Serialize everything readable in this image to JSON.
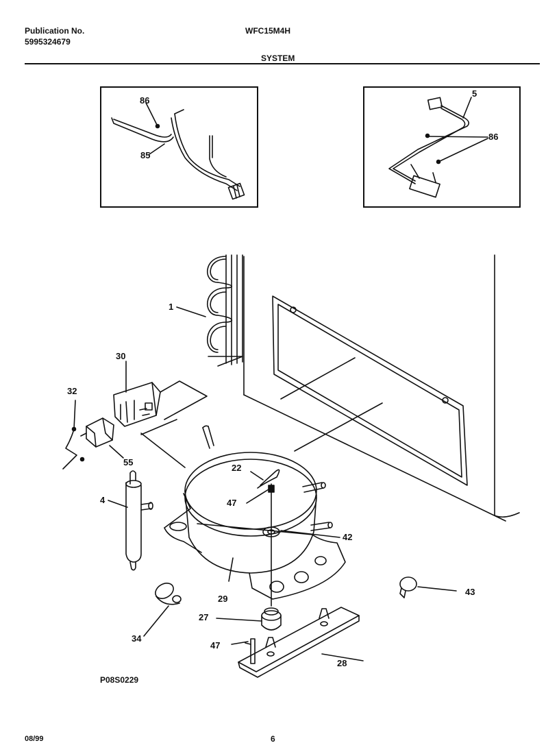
{
  "header": {
    "publication_label": "Publication No.",
    "publication_number": "5995324679",
    "model": "WFC15M4H",
    "section_title": "SYSTEM"
  },
  "diagram": {
    "drawing_id": "P08S0229",
    "callouts": {
      "inset_left_86": "86",
      "inset_left_85": "85",
      "inset_right_5": "5",
      "inset_right_86": "86",
      "part_1": "1",
      "part_30": "30",
      "part_32": "32",
      "part_55": "55",
      "part_22": "22",
      "part_47_top": "47",
      "part_4": "4",
      "part_42": "42",
      "part_29": "29",
      "part_43": "43",
      "part_27": "27",
      "part_34": "34",
      "part_47_bottom": "47",
      "part_28": "28"
    }
  },
  "footer": {
    "date": "08/99",
    "page": "6"
  }
}
